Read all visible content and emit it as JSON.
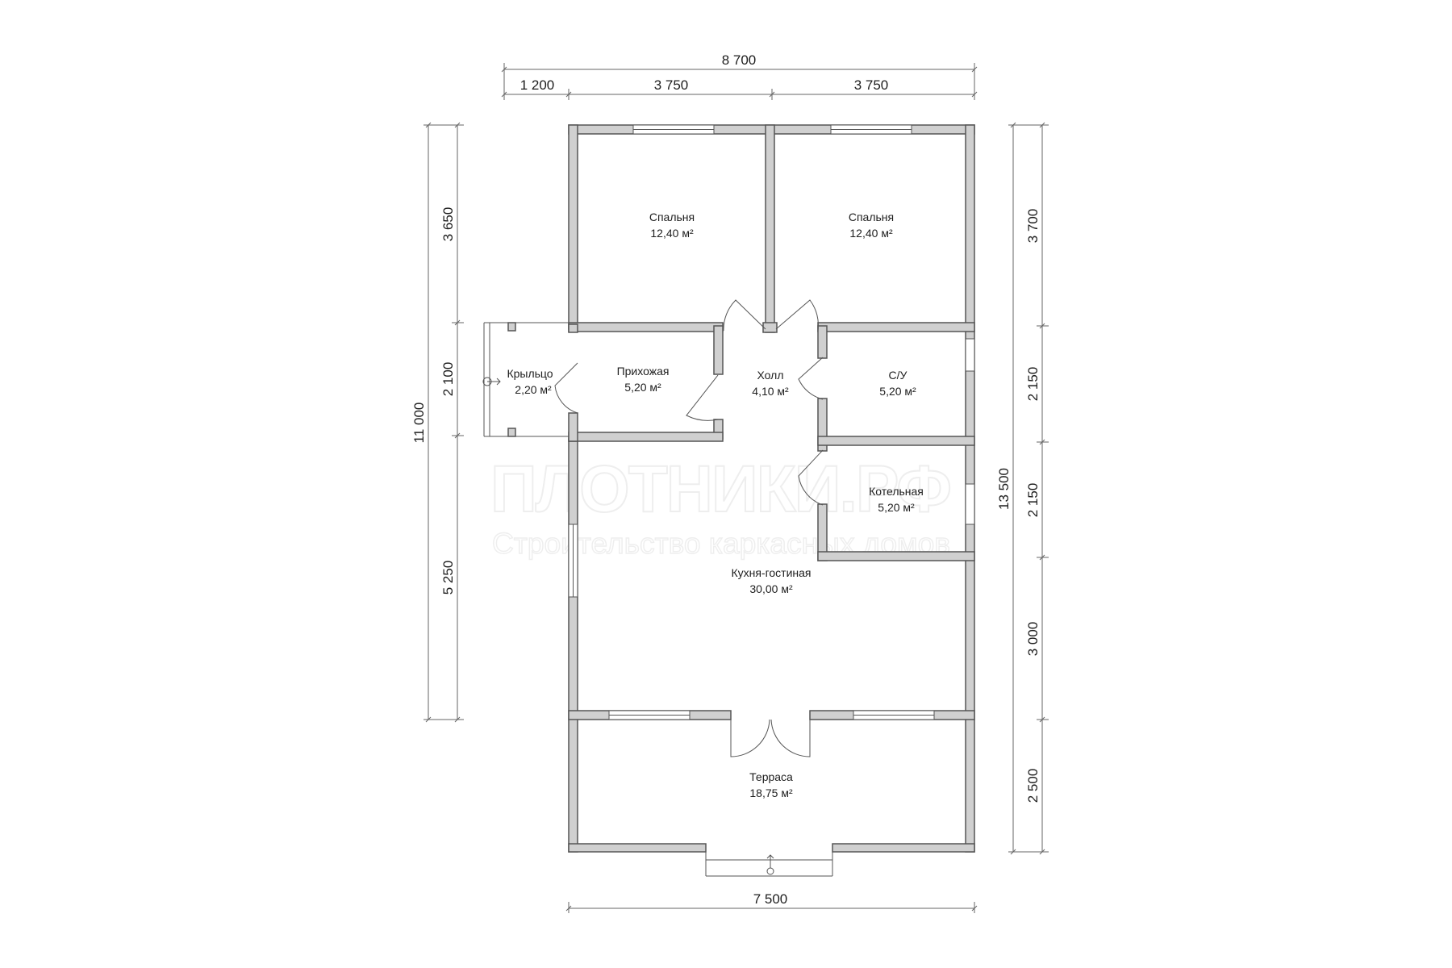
{
  "dimensions": {
    "top_total": "8 700",
    "top_porch": "1 200",
    "top_left": "3 750",
    "top_right": "3 750",
    "bottom_total": "7 500",
    "left_total": "11 000",
    "left_top": "3 650",
    "left_middle": "2 100",
    "left_bottom": "5 250",
    "right_total": "13 500",
    "right_1": "3 700",
    "right_2": "2 150",
    "right_3": "2 150",
    "right_4": "3 000",
    "right_5": "2 500"
  },
  "rooms": {
    "bedroom_left": {
      "name": "Спальня",
      "area": "12,40 м²"
    },
    "bedroom_right": {
      "name": "Спальня",
      "area": "12,40 м²"
    },
    "porch": {
      "name": "Крыльцо",
      "area": "2,20 м²"
    },
    "entry": {
      "name": "Прихожая",
      "area": "5,20 м²"
    },
    "hall": {
      "name": "Холл",
      "area": "4,10 м²"
    },
    "bathroom": {
      "name": "С/У",
      "area": "5,20 м²"
    },
    "boiler": {
      "name": "Котельная",
      "area": "5,20 м²"
    },
    "kitchen": {
      "name": "Кухня-гостиная",
      "area": "30,00 м²"
    },
    "terrace": {
      "name": "Терраса",
      "area": "18,75 м²"
    }
  },
  "watermark": {
    "brand": "ПЛОТНИКИ.РФ",
    "tagline": "Строительство каркасных домов"
  }
}
